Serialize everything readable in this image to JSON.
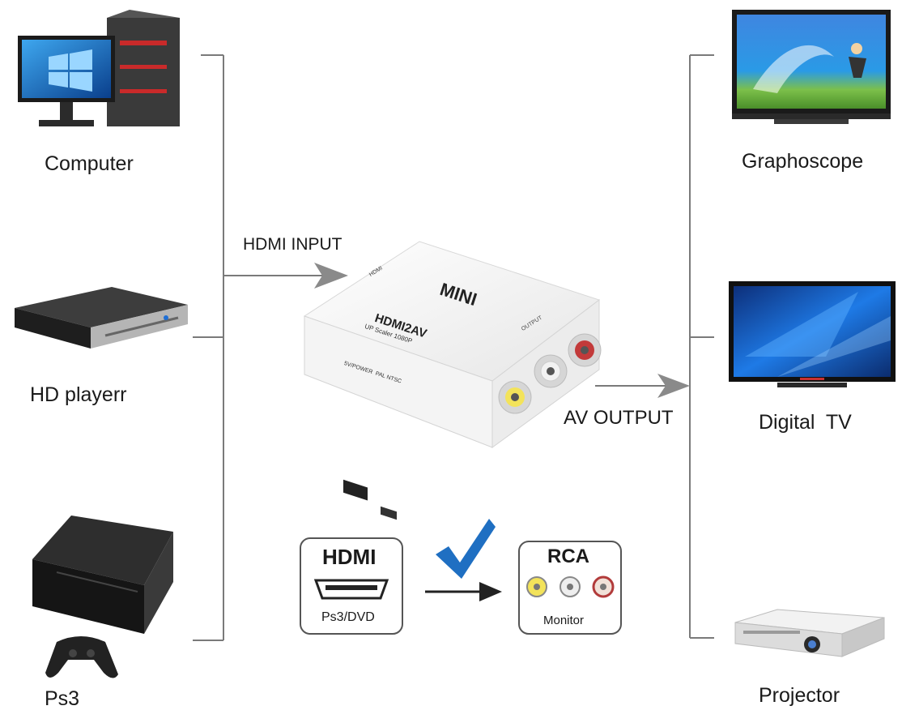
{
  "sources": [
    {
      "id": "computer",
      "label": "Computer"
    },
    {
      "id": "hd-player",
      "label": "HD playerr"
    },
    {
      "id": "ps3",
      "label": "Ps3"
    }
  ],
  "outputs": [
    {
      "id": "graphoscope",
      "label": "Graphoscope"
    },
    {
      "id": "digital-tv",
      "label": "Digital  TV"
    },
    {
      "id": "projector",
      "label": "Projector"
    }
  ],
  "flows": {
    "input_label": "HDMI INPUT",
    "output_label": "AV OUTPUT"
  },
  "converter": {
    "brand": "MINI",
    "model": "HDMI2AV",
    "subtitle": "UP Scaler 1080P",
    "port_left": "HDMI",
    "port_right": "OUTPUT",
    "side_label": "5V/POWER  PAL NTSC"
  },
  "legend": {
    "hdmi_title": "HDMI",
    "hdmi_caption": "Ps3/DVD",
    "rca_title": "RCA",
    "rca_caption": "Monitor"
  },
  "colors": {
    "line": "#7a7a7a",
    "arrow": "#8a8a8a",
    "check": "#1f6fc2",
    "rca_yellow": "#f3e35a",
    "rca_white": "#e8e8e8",
    "rca_red": "#c23a3a"
  }
}
